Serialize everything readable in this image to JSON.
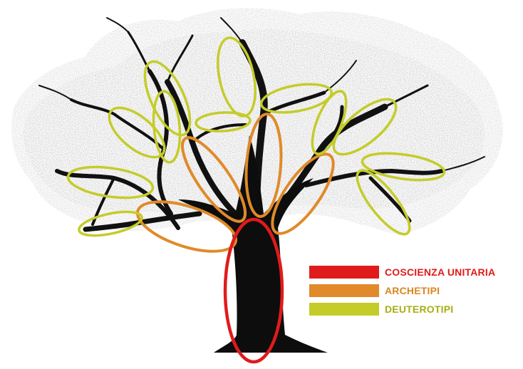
{
  "colors": {
    "coscienza": "#e01b1b",
    "archetipi": "#e08a2a",
    "deuterotipi": "#c4cc2a",
    "trunk": "#0d0d0d",
    "foliage": "#9a9a9a"
  },
  "legend": {
    "items": [
      {
        "label": "COSCIENZA UNITARIA",
        "color": "#e01b1b",
        "text_color": "#e01b1b"
      },
      {
        "label": "ARCHETIPI",
        "color": "#e08a2a",
        "text_color": "#d9861f"
      },
      {
        "label": "DEUTEROTIPI",
        "color": "#c4cc2a",
        "text_color": "#a9ad12"
      }
    ]
  }
}
